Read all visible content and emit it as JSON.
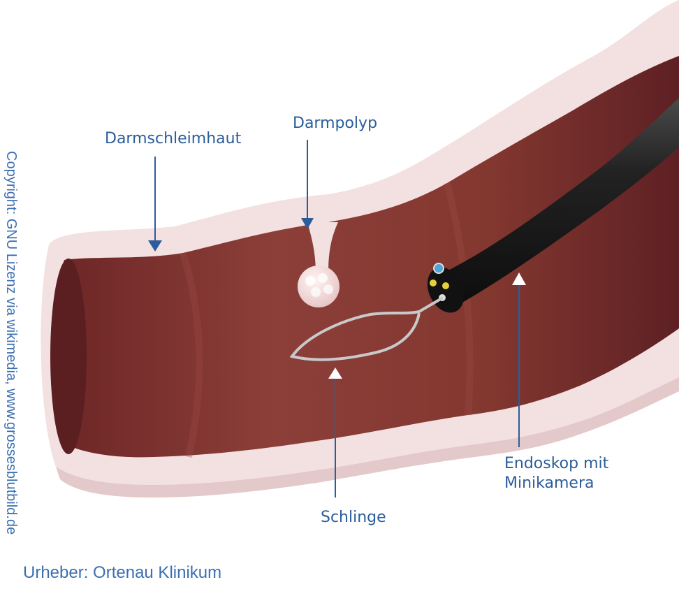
{
  "labels": {
    "darmschleimhaut": "Darmschleimhaut",
    "darmpolyp": "Darmpolyp",
    "schlinge": "Schlinge",
    "endoskop_line1": "Endoskop mit",
    "endoskop_line2": "Minikamera"
  },
  "credits": {
    "urheber": "Urheber: Ortenau Klinikum",
    "copyright": "Copyright: GNU Lizenz via wikimedia, www.grossesblutbild.de"
  },
  "colors": {
    "label_text": "#2b5d9b",
    "credit_text": "#3c6fb0",
    "arrow_blue": "#2b5d9b",
    "arrow_white": "#ffffff",
    "intestine_outer": "#f1dcdc",
    "intestine_lumen": "#8f403b",
    "endoscope": "#1a1a1a",
    "snare": "#c9c9cc"
  }
}
